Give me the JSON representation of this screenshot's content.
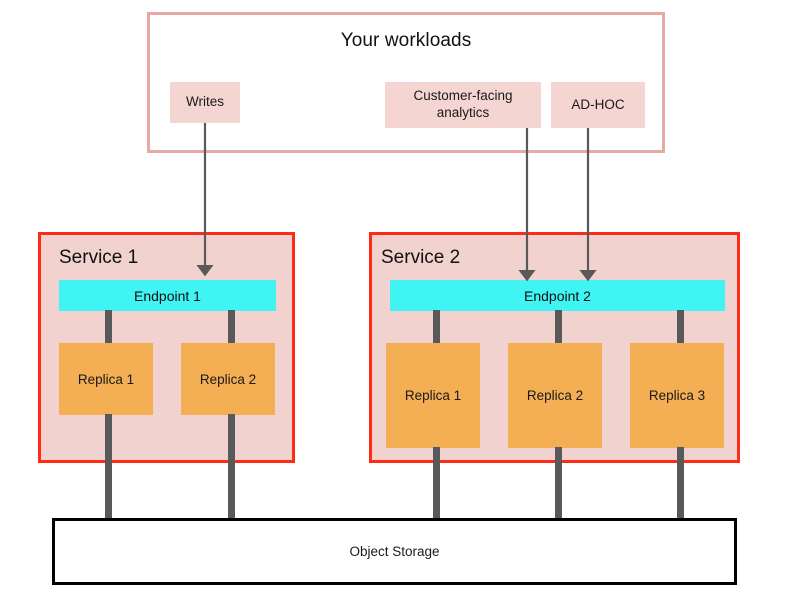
{
  "workloads": {
    "title": "Your workloads",
    "items": [
      {
        "label": "Writes"
      },
      {
        "label": "Customer-facing analytics"
      },
      {
        "label": "AD-HOC"
      }
    ]
  },
  "services": [
    {
      "label": "Service 1",
      "endpoint": "Endpoint 1",
      "replicas": [
        {
          "label": "Replica 1"
        },
        {
          "label": "Replica 2"
        }
      ]
    },
    {
      "label": "Service 2",
      "endpoint": "Endpoint 2",
      "replicas": [
        {
          "label": "Replica 1"
        },
        {
          "label": "Replica 2"
        },
        {
          "label": "Replica 3"
        }
      ]
    }
  ],
  "storage": {
    "label": "Object Storage"
  },
  "colors": {
    "service_border": "#FF2B16",
    "service_fill": "#F2D2CE",
    "workload_border": "#E8A9A4",
    "chip_fill": "#F4D5D1",
    "endpoint_fill": "#40F4F4",
    "replica_fill": "#F4AE53",
    "connector": "#595959",
    "storage_border": "#000000"
  }
}
